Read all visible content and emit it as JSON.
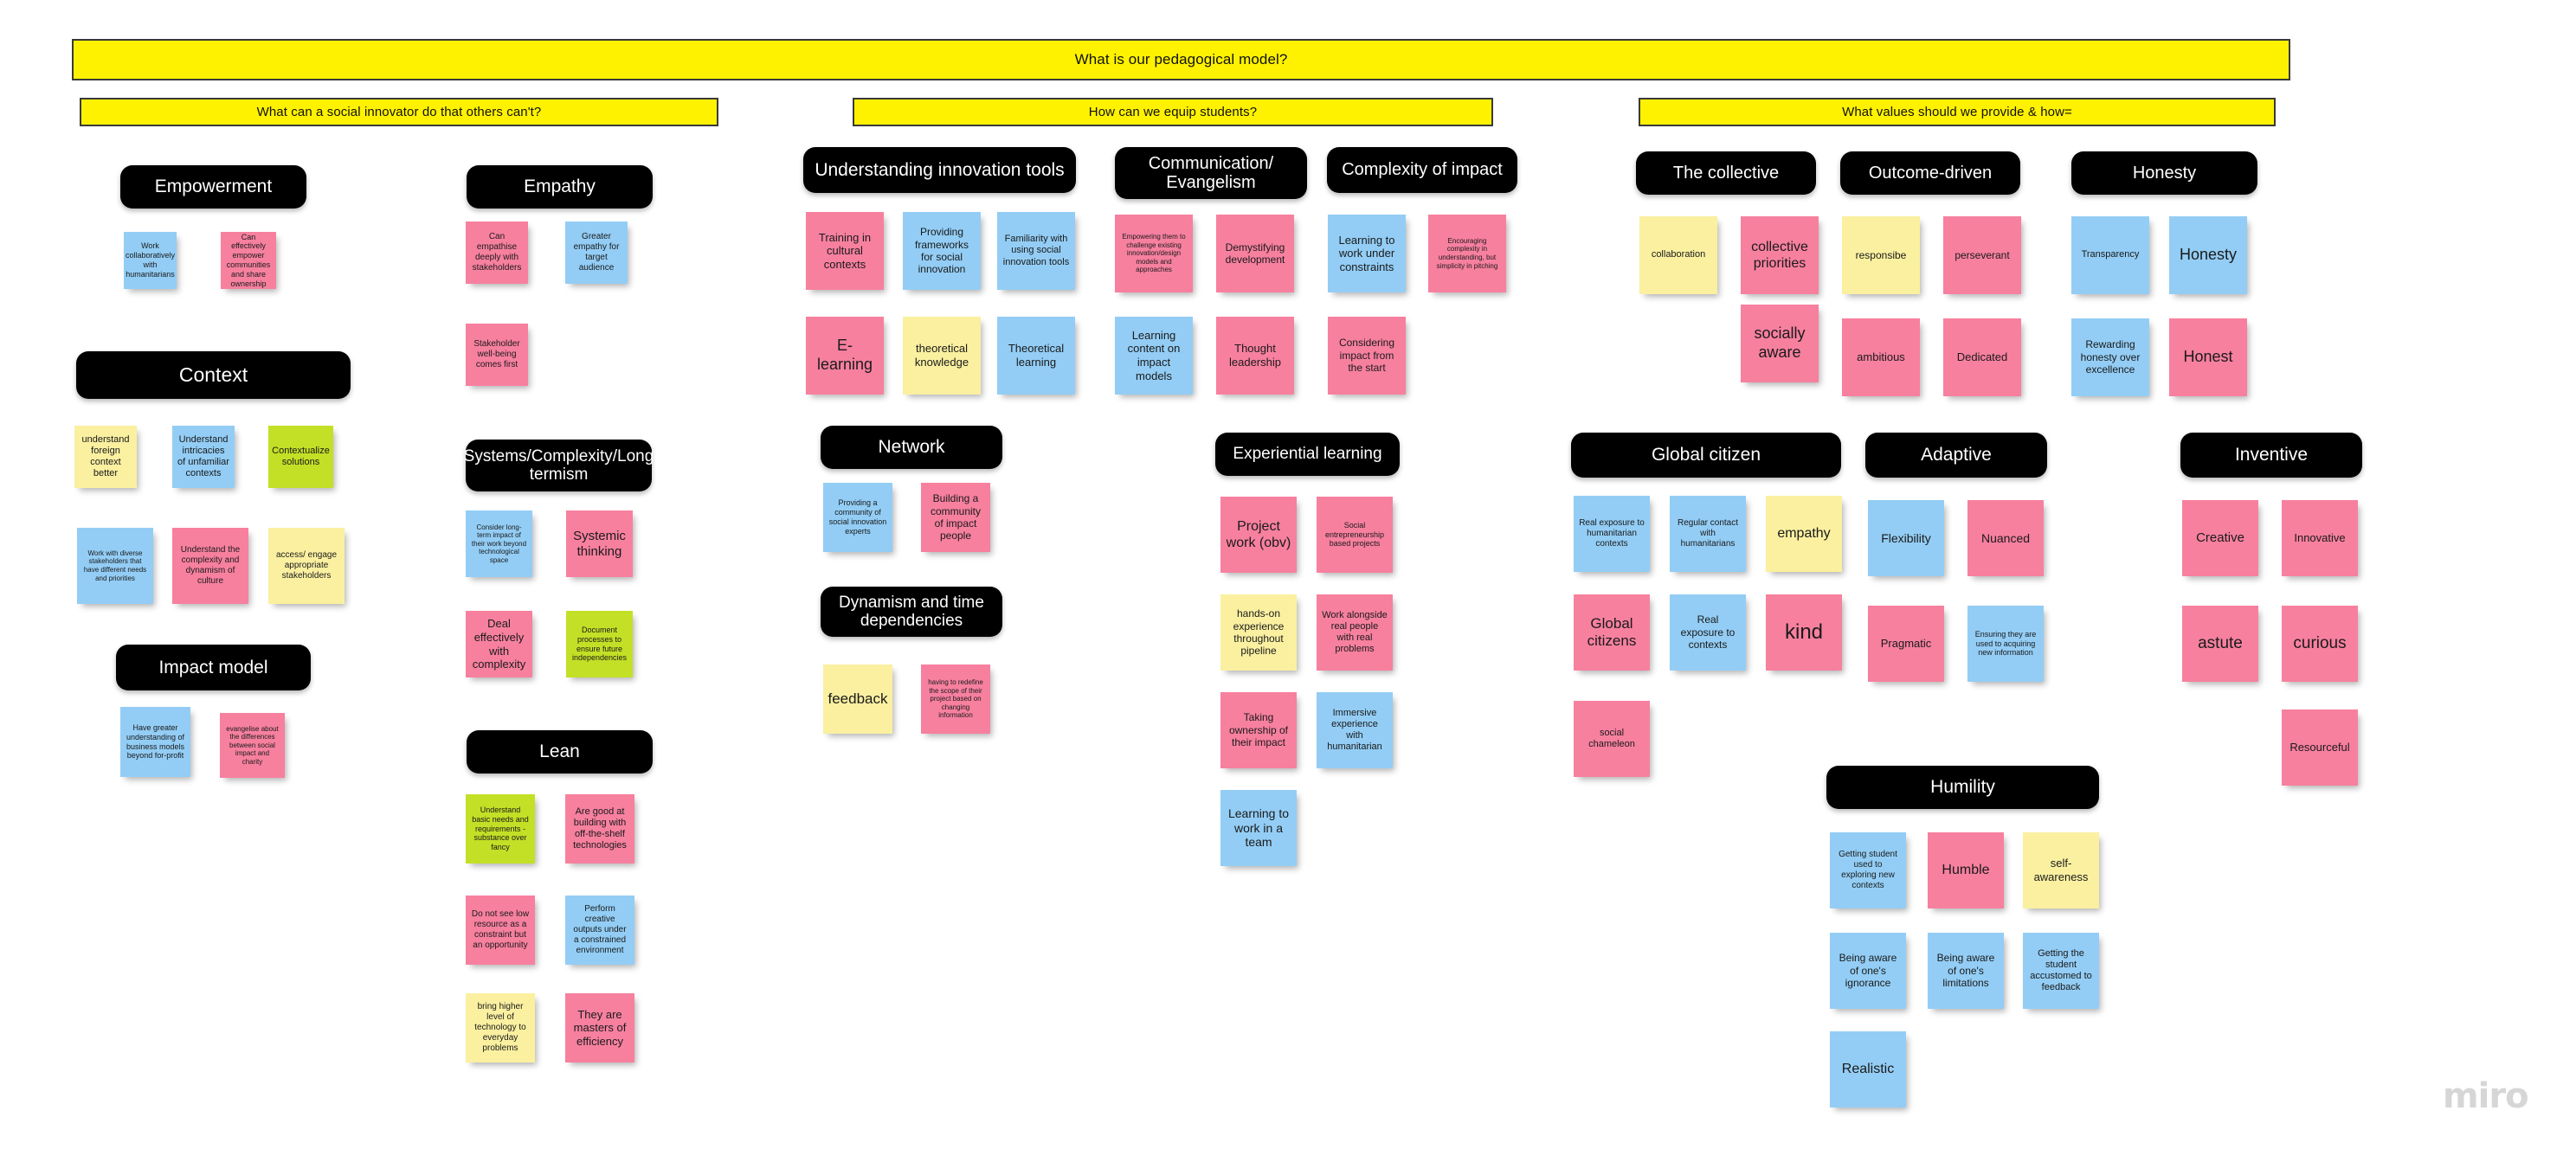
{
  "board": {
    "watermark": "miro",
    "colors": {
      "banner": "#FFF200",
      "header": "#000000",
      "pink": "#F7809F",
      "blue": "#93CDF5",
      "yellow": "#FAF0A0",
      "green": "#C3E026"
    }
  },
  "banners": {
    "main": "What is our pedagogical model?",
    "sub1": "What can a social innovator do that others can't?",
    "sub2": "How can we equip students?",
    "sub3": "What values should we provide & how="
  },
  "groups": [
    {
      "id": "empowerment",
      "title": "Empowerment",
      "notes": [
        {
          "text": "Work collaboratively with humanitarians",
          "color": "blue"
        },
        {
          "text": "Can effectively empower communities and share ownership",
          "color": "pink"
        }
      ]
    },
    {
      "id": "context",
      "title": "Context",
      "notes": [
        {
          "text": "understand foreign context better",
          "color": "yellow"
        },
        {
          "text": "Understand intricacies of unfamiliar contexts",
          "color": "blue"
        },
        {
          "text": "Contextualize solutions",
          "color": "green"
        },
        {
          "text": "Work with diverse stakeholders that have different needs and priorities",
          "color": "blue"
        },
        {
          "text": "Understand the complexity and dynamism of culture",
          "color": "pink"
        },
        {
          "text": "access/ engage appropriate stakeholders",
          "color": "yellow"
        }
      ]
    },
    {
      "id": "impact-model",
      "title": "Impact model",
      "notes": [
        {
          "text": "Have greater understanding of business models beyond for-profit",
          "color": "blue"
        },
        {
          "text": "evangelise about the differences between social impact and charity",
          "color": "pink"
        }
      ]
    },
    {
      "id": "empathy",
      "title": "Empathy",
      "notes": [
        {
          "text": "Can empathise deeply with stakeholders",
          "color": "pink"
        },
        {
          "text": "Greater empathy for target audience",
          "color": "blue"
        },
        {
          "text": "Stakeholder well-being comes first",
          "color": "pink"
        }
      ]
    },
    {
      "id": "systems",
      "title": "Systems/Complexity/Long termism",
      "notes": [
        {
          "text": "Consider long-term impact of their work beyond technological space",
          "color": "blue"
        },
        {
          "text": "Systemic thinking",
          "color": "pink"
        },
        {
          "text": "Deal effectively with complexity",
          "color": "pink"
        },
        {
          "text": "Document processes to ensure future independencies",
          "color": "green"
        }
      ]
    },
    {
      "id": "lean",
      "title": "Lean",
      "notes": [
        {
          "text": "Understand basic needs and requirements - substance over fancy",
          "color": "green"
        },
        {
          "text": "Are good at building with off-the-shelf technologies",
          "color": "pink"
        },
        {
          "text": "Do not see low resource as a constraint but an opportunity",
          "color": "pink"
        },
        {
          "text": "Perform creative outputs under a constrained environment",
          "color": "blue"
        },
        {
          "text": "bring higher level of technology to everyday problems",
          "color": "yellow"
        },
        {
          "text": "They are masters of efficiency",
          "color": "pink"
        }
      ]
    },
    {
      "id": "understanding-innovation-tools",
      "title": "Understanding innovation tools",
      "notes": [
        {
          "text": "Training in cultural contexts",
          "color": "pink"
        },
        {
          "text": "Providing frameworks for social innovation",
          "color": "blue"
        },
        {
          "text": "Familiarity with using social innovation tools",
          "color": "blue"
        },
        {
          "text": "E-learning",
          "color": "pink"
        },
        {
          "text": "theoretical knowledge",
          "color": "yellow"
        },
        {
          "text": "Theoretical learning",
          "color": "blue"
        }
      ]
    },
    {
      "id": "communication-evangelism",
      "title": "Communication/ Evangelism",
      "notes": [
        {
          "text": "Empowering them to challenge existing innovation/design models and approaches",
          "color": "pink"
        },
        {
          "text": "Demystifying development",
          "color": "pink"
        },
        {
          "text": "Learning content on impact models",
          "color": "blue"
        },
        {
          "text": "Thought leadership",
          "color": "pink"
        }
      ]
    },
    {
      "id": "complexity-of-impact",
      "title": "Complexity of impact",
      "notes": [
        {
          "text": "Learning to work under constraints",
          "color": "blue"
        },
        {
          "text": "Encouraging complexity in understanding, but simplicity in pitching",
          "color": "pink"
        },
        {
          "text": "Considering impact from the start",
          "color": "pink"
        }
      ]
    },
    {
      "id": "network",
      "title": "Network",
      "notes": [
        {
          "text": "Providing a community of social innovation experts",
          "color": "blue"
        },
        {
          "text": "Building a community of impact people",
          "color": "pink"
        }
      ]
    },
    {
      "id": "dynamism",
      "title": "Dynamism and time dependencies",
      "notes": [
        {
          "text": "feedback",
          "color": "yellow"
        },
        {
          "text": "having to redefine the scope of their project based on changing information",
          "color": "pink"
        }
      ]
    },
    {
      "id": "experiential-learning",
      "title": "Experiential learning",
      "notes": [
        {
          "text": "Project work (obv)",
          "color": "pink"
        },
        {
          "text": "Social entrepreneurship based projects",
          "color": "pink"
        },
        {
          "text": "hands-on experience throughout pipeline",
          "color": "yellow"
        },
        {
          "text": "Work alongside real people with real problems",
          "color": "pink"
        },
        {
          "text": "Taking ownership of their impact",
          "color": "pink"
        },
        {
          "text": "Immersive experience with humanitarian",
          "color": "blue"
        },
        {
          "text": "Learning to work in a team",
          "color": "blue"
        }
      ]
    },
    {
      "id": "the-collective",
      "title": "The collective",
      "notes": [
        {
          "text": "collaboration",
          "color": "yellow"
        },
        {
          "text": "collective priorities",
          "color": "pink"
        },
        {
          "text": "socially aware",
          "color": "pink"
        }
      ]
    },
    {
      "id": "outcome-driven",
      "title": "Outcome-driven",
      "notes": [
        {
          "text": "responsibe",
          "color": "yellow"
        },
        {
          "text": "perseverant",
          "color": "pink"
        },
        {
          "text": "ambitious",
          "color": "pink"
        },
        {
          "text": "Dedicated",
          "color": "pink"
        }
      ]
    },
    {
      "id": "honesty",
      "title": "Honesty",
      "notes": [
        {
          "text": "Transparency",
          "color": "blue"
        },
        {
          "text": "Honesty",
          "color": "blue"
        },
        {
          "text": "Rewarding honesty over excellence",
          "color": "blue"
        },
        {
          "text": "Honest",
          "color": "pink"
        }
      ]
    },
    {
      "id": "global-citizen",
      "title": "Global citizen",
      "notes": [
        {
          "text": "Real exposure to humanitarian contexts",
          "color": "blue"
        },
        {
          "text": "Regular contact with humanitarians",
          "color": "blue"
        },
        {
          "text": "empathy",
          "color": "yellow"
        },
        {
          "text": "Global citizens",
          "color": "pink"
        },
        {
          "text": "Real exposure to contexts",
          "color": "blue"
        },
        {
          "text": "kind",
          "color": "pink"
        },
        {
          "text": "social chameleon",
          "color": "pink"
        }
      ]
    },
    {
      "id": "adaptive",
      "title": "Adaptive",
      "notes": [
        {
          "text": "Flexibility",
          "color": "blue"
        },
        {
          "text": "Nuanced",
          "color": "pink"
        },
        {
          "text": "Pragmatic",
          "color": "pink"
        },
        {
          "text": "Ensuring they are used to acquiring new information",
          "color": "blue"
        }
      ]
    },
    {
      "id": "inventive",
      "title": "Inventive",
      "notes": [
        {
          "text": "Creative",
          "color": "pink"
        },
        {
          "text": "Innovative",
          "color": "pink"
        },
        {
          "text": "astute",
          "color": "pink"
        },
        {
          "text": "curious",
          "color": "pink"
        },
        {
          "text": "Resourceful",
          "color": "pink"
        }
      ]
    },
    {
      "id": "humility",
      "title": "Humility",
      "notes": [
        {
          "text": "Getting student used to exploring new contexts",
          "color": "blue"
        },
        {
          "text": "Humble",
          "color": "pink"
        },
        {
          "text": "self-awareness",
          "color": "yellow"
        },
        {
          "text": "Being aware of one's ignorance",
          "color": "blue"
        },
        {
          "text": "Being aware of one's limitations",
          "color": "blue"
        },
        {
          "text": "Getting the student accustomed to feedback",
          "color": "blue"
        },
        {
          "text": "Realistic",
          "color": "blue"
        }
      ]
    }
  ]
}
